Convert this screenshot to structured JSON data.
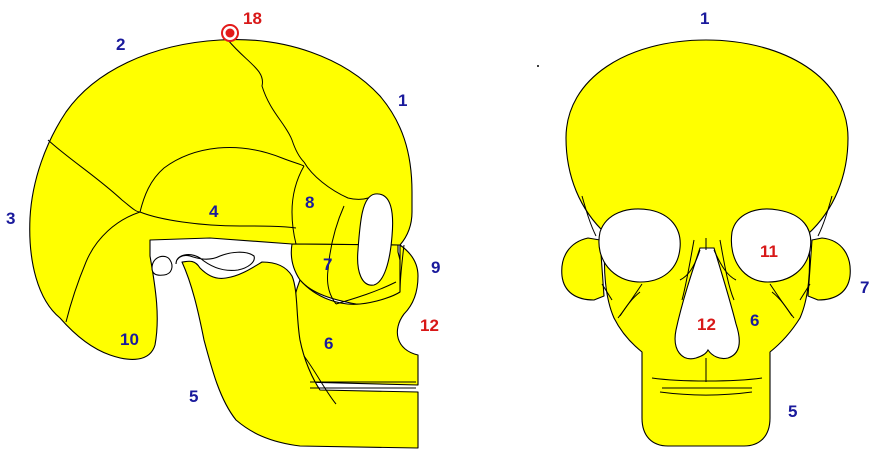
{
  "side_view": {
    "labels": {
      "l1": "1",
      "l2": "2",
      "l3": "3",
      "l4": "4",
      "l5": "5",
      "l6": "6",
      "l7": "7",
      "l8": "8",
      "l9": "9",
      "l10": "10",
      "l12": "12",
      "l18": "18"
    }
  },
  "front_view": {
    "labels": {
      "l1": "1",
      "l5": "5",
      "l6": "6",
      "l7": "7",
      "l11": "11",
      "l12": "12"
    }
  },
  "colors": {
    "bone": "#ffff00",
    "outline": "#000000",
    "label_blue": "#1a1a9c",
    "label_red": "#d81818",
    "marker": "#e31b1b"
  }
}
